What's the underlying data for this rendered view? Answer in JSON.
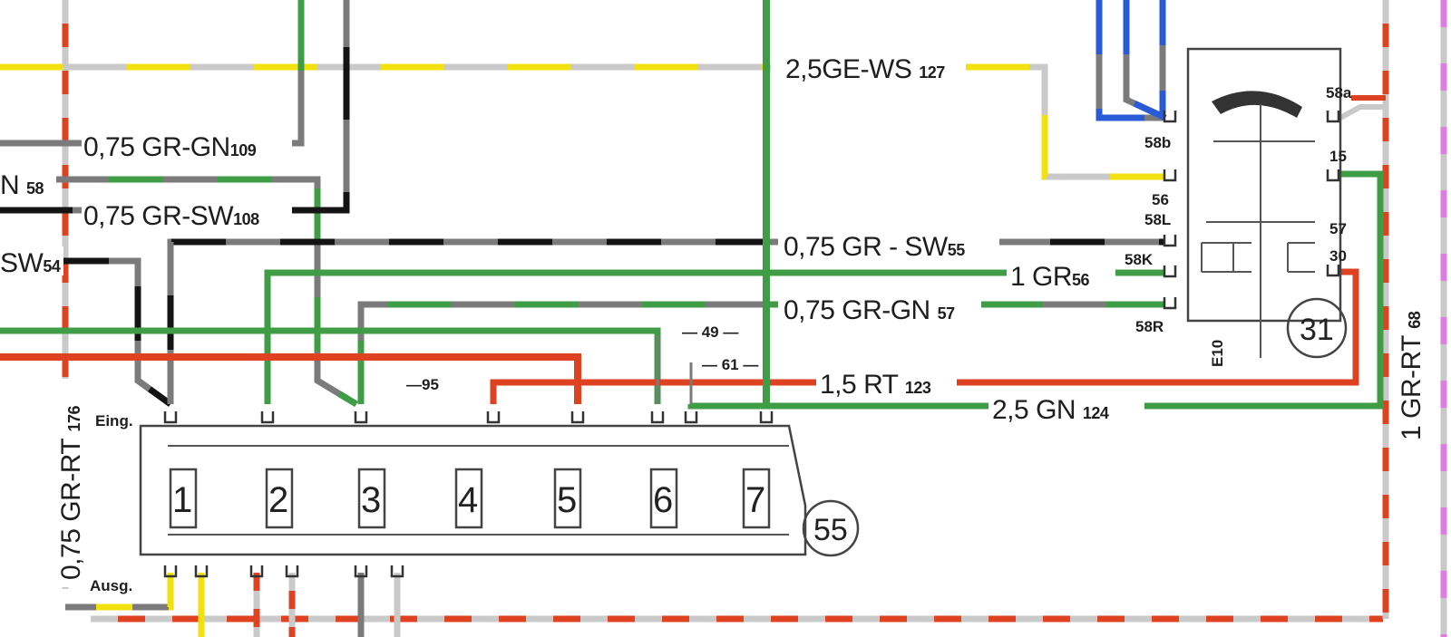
{
  "colors": {
    "green": "#3f9e45",
    "gray": "#7b7b7b",
    "lightgray": "#c9c9c9",
    "black": "#141414",
    "red": "#de4221",
    "yellow": "#f2e10f",
    "blue": "#2a5bd6",
    "magenta": "#dc7ee0"
  },
  "wires": {
    "w127": {
      "size": "2,5",
      "code": "GE-WS",
      "num": "127"
    },
    "w109": {
      "size": "0,75",
      "code": "GR-GN",
      "num": "109"
    },
    "w58": {
      "code": "N",
      "num": "58"
    },
    "w108": {
      "size": "0,75",
      "code": "GR-SW",
      "num": "108"
    },
    "w54": {
      "code": "SW",
      "num": "54"
    },
    "w55": {
      "size": "0,75",
      "code": "GR - SW",
      "num": "55"
    },
    "w56": {
      "size": "1",
      "code": "GR",
      "num": "56"
    },
    "w57": {
      "size": "0,75",
      "code": "GR-GN",
      "num": "57"
    },
    "w123": {
      "size": "1,5",
      "code": "RT",
      "num": "123"
    },
    "w124": {
      "size": "2,5",
      "code": "GN",
      "num": "124"
    },
    "w176": {
      "text": "0,75 GR-RT",
      "num": "176"
    },
    "w68": {
      "text": "1 GR-RT",
      "num": "68"
    }
  },
  "fusebox": {
    "id": "55",
    "input_label": "Eing.",
    "output_label": "Ausg.",
    "fuses": [
      "1",
      "2",
      "3",
      "4",
      "5",
      "6",
      "7"
    ],
    "markers": {
      "m95": "—95",
      "m49": "— 49 —",
      "m61": "— 61 —"
    }
  },
  "rheostat": {
    "id": "31",
    "terminals": {
      "t58a": "58a",
      "t15": "15",
      "t57": "57",
      "t30": "30",
      "t58b": "58b",
      "t56": "56",
      "t58L": "58L",
      "t58K": "58K",
      "t58R": "58R"
    },
    "e10": "E10"
  }
}
